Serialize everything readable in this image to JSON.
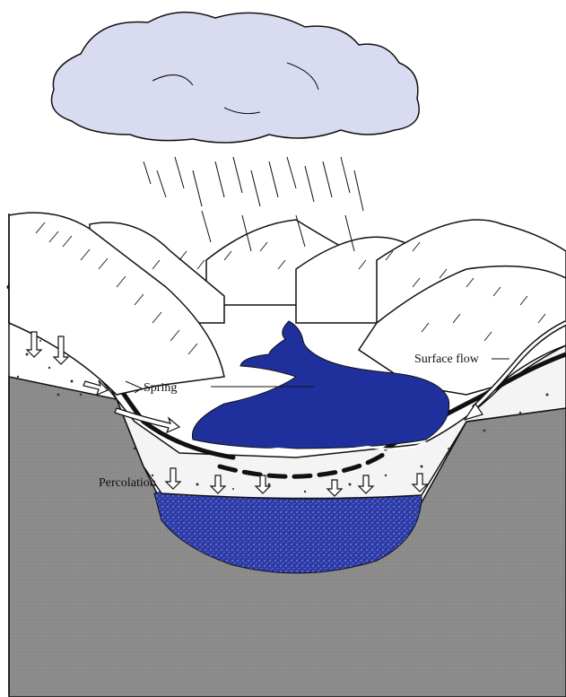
{
  "labels": {
    "surface_flow": "Surface flow",
    "spring": "Spring",
    "percolation": "Percolation"
  },
  "colors": {
    "cloud": "#d9dbf1",
    "lake": "#1f2f9c",
    "aquifer": "#2b3aa8",
    "bedrock": "#8b8b8b",
    "soil": "#f4f4f4",
    "line": "#111111"
  }
}
